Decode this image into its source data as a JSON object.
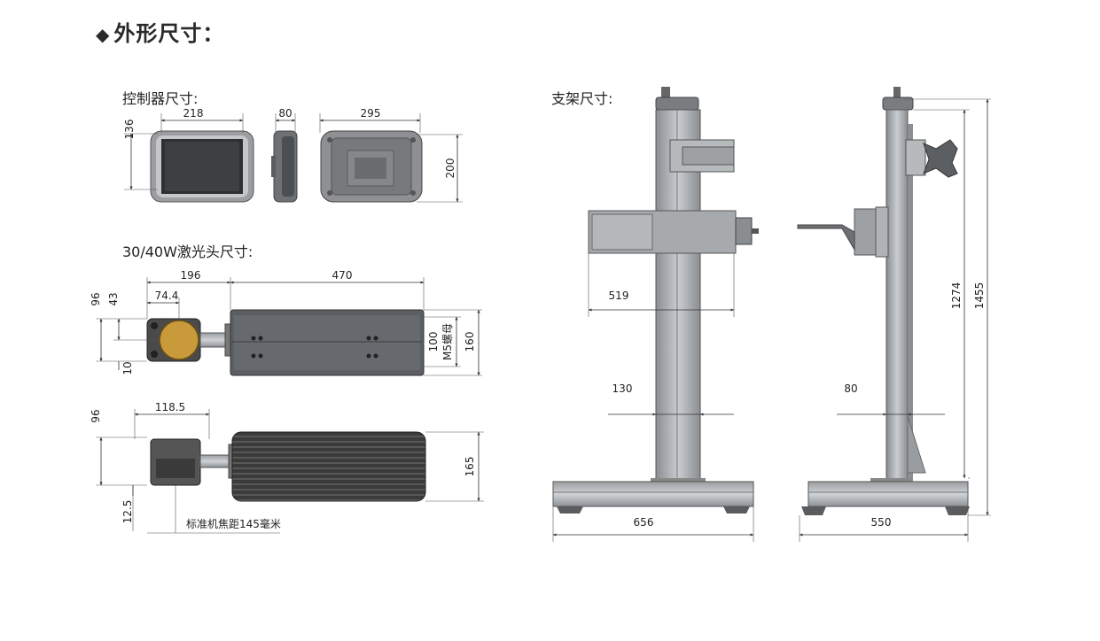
{
  "page": {
    "title": "外形尺寸：",
    "title_icon": "diamond-bullet-icon"
  },
  "sections": {
    "controller": "控制器尺寸:",
    "laser_head": "30/40W激光头尺寸:",
    "stand": "支架尺寸:"
  },
  "controller_dims": {
    "width": "218",
    "height": "136",
    "depth": "80",
    "back_width": "295",
    "back_height": "200"
  },
  "laser_top_dims": {
    "head_width": "196",
    "tube_length": "470",
    "lens_offset": "74.4",
    "total_height": "96",
    "mid_height": "43",
    "bottom_offset": "10",
    "nut_spacing": "100",
    "nut_label": "M5螺母",
    "tube_height": "160"
  },
  "laser_side_dims": {
    "head_depth": "118.5",
    "height": "96",
    "bottom_offset": "12.5",
    "tube_height": "165",
    "focal_note": "标准机焦距145毫米"
  },
  "stand_front_dims": {
    "arm_length": "519",
    "column_width": "130",
    "base_width": "656"
  },
  "stand_side_dims": {
    "column_depth": "80",
    "travel_height": "1274",
    "total_height": "1455",
    "base_depth": "550"
  }
}
